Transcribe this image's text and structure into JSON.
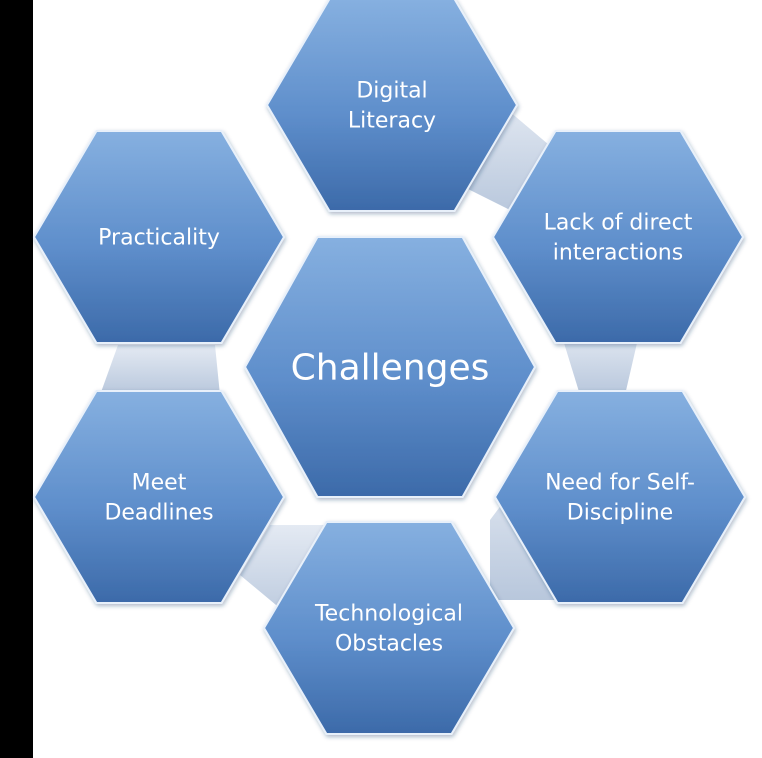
{
  "diagram": {
    "center": {
      "label": "Challenges"
    },
    "nodes": [
      {
        "id": "digital-literacy",
        "lines": [
          "Digital",
          "Literacy"
        ]
      },
      {
        "id": "lack-of-direct-interactions",
        "lines": [
          "Lack of direct",
          "interactions"
        ]
      },
      {
        "id": "need-for-self-discipline",
        "lines": [
          "Need for Self-",
          "Discipline"
        ]
      },
      {
        "id": "technological-obstacles",
        "lines": [
          "Technological",
          "Obstacles"
        ]
      },
      {
        "id": "meet-deadlines",
        "lines": [
          "Meet",
          "Deadlines"
        ]
      },
      {
        "id": "practicality",
        "lines": [
          "Practicality"
        ]
      }
    ]
  },
  "colors": {
    "hex_fill_light": "#7fa9dc",
    "hex_fill_dark": "#3f6fb1",
    "hex_stroke": "#e8f0fa",
    "connector": "#c9d4e4",
    "text": "#ffffff",
    "left_bar": "#000000"
  }
}
